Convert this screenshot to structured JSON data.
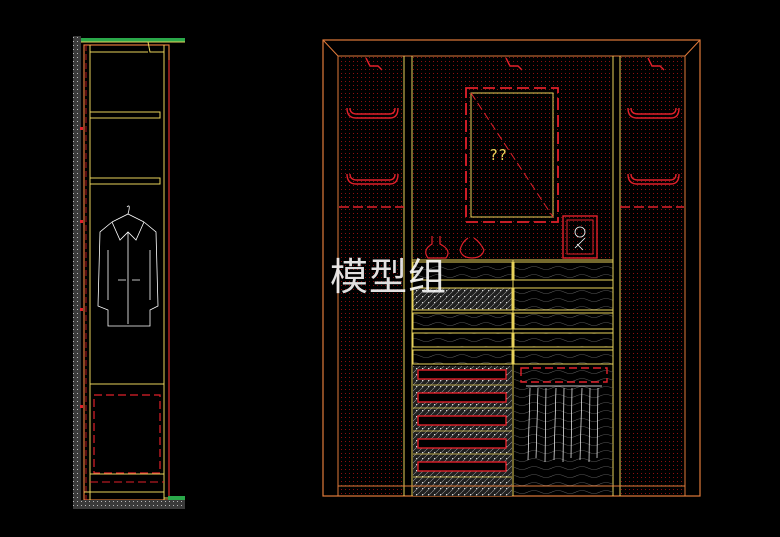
{
  "watermark": {
    "text": "模型组"
  },
  "mirror": {
    "label": "??"
  },
  "colors": {
    "background": "#000000",
    "red": "#e0202a",
    "yellow": "#e8d25a",
    "orange": "#e07a3a",
    "green": "#2aa84a",
    "white": "#ffffff",
    "gray": "#777777"
  },
  "views": [
    "side-section",
    "front-elevation"
  ]
}
